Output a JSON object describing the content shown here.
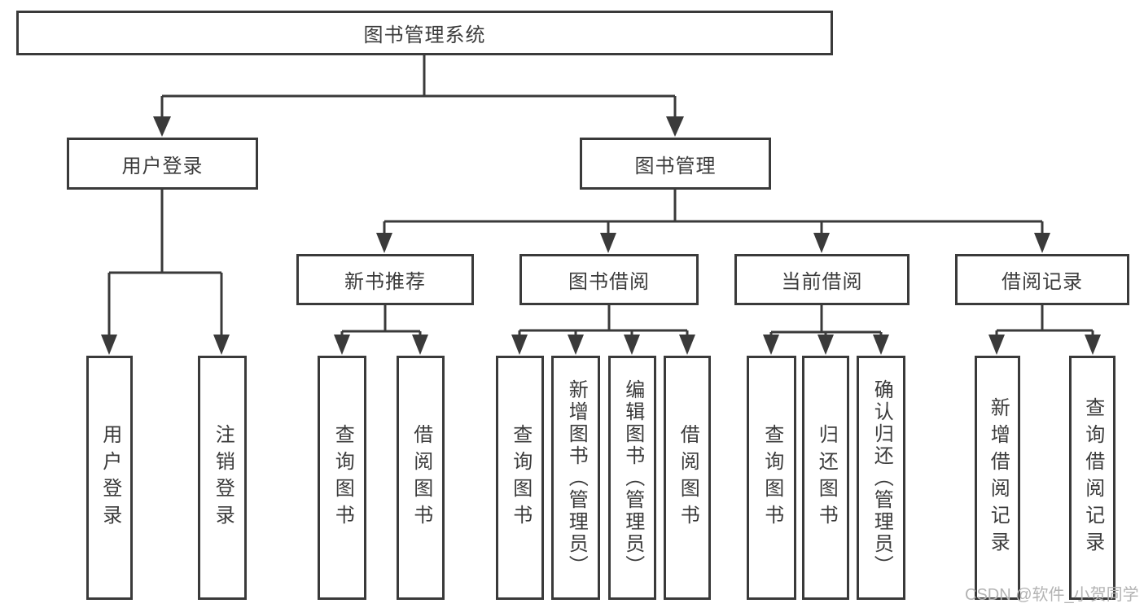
{
  "diagram": {
    "title": "图书管理系统",
    "level2": [
      {
        "label": "用户登录"
      },
      {
        "label": "图书管理"
      }
    ],
    "login_children": [
      "用户登录",
      "注销登录"
    ],
    "mgmt_sections": [
      {
        "label": "新书推荐",
        "children": [
          "查询图书",
          "借阅图书"
        ]
      },
      {
        "label": "图书借阅",
        "children": [
          "查询图书",
          "新增图书（管理员）",
          "编辑图书（管理员）",
          "借阅图书"
        ]
      },
      {
        "label": "当前借阅",
        "children": [
          "查询图书",
          "归还图书",
          "确认归还（管理员）"
        ]
      },
      {
        "label": "借阅记录",
        "children": [
          "新增借阅记录",
          "查询借阅记录"
        ]
      }
    ]
  },
  "colors": {
    "line": "#3a3a3a",
    "text": "#3b3b3b",
    "watermark": "#b3b3b3",
    "background": "#ffffff"
  },
  "watermark": "CSDN @软件_小贺同学"
}
